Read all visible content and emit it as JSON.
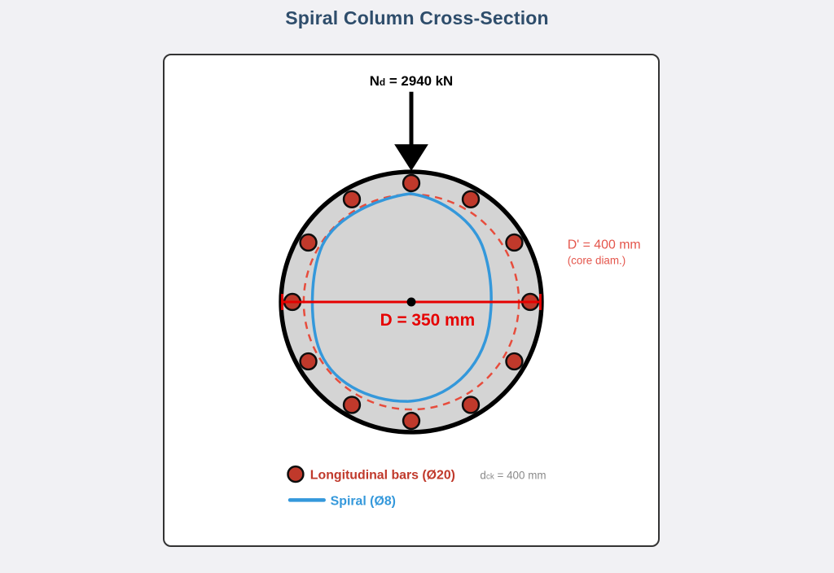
{
  "title": "Spiral Column Cross-Section",
  "load": {
    "symbol": "N",
    "subscript": "d",
    "rest": " = 2940 kN"
  },
  "dimensions": {
    "diameter_label": "D = 350 mm",
    "core_diameter_label": "D' = 400 mm",
    "core_diameter_note": "(core diam.)"
  },
  "legend": {
    "bars_label": "Longitudinal bars (Ø20)",
    "spiral_label": "Spiral (Ø8)",
    "dck": {
      "symbol": "d",
      "subscript": "ck",
      "rest": " = 400 mm"
    }
  },
  "diagram_facts": {
    "longitudinal_bar_count": 12,
    "design_axial_load_kN": 2940,
    "column_diameter_mm": 350,
    "core_diameter_mm": 400,
    "longitudinal_bar_diameter_mm": 20,
    "spiral_bar_diameter_mm": 8
  },
  "colors": {
    "page_background": "#f1f1f4",
    "card_background": "#ffffff",
    "card_border": "#333333",
    "title_text": "#2e4d6b",
    "concrete_fill": "#d4d4d4",
    "column_outline": "#000000",
    "bar_fill": "#c0392b",
    "core_dashed_red": "#e74c3c",
    "spiral_blue": "#3498db",
    "dimension_red": "#e60000",
    "core_label_red": "#e4564c",
    "dck_gray": "#8a8a8a"
  }
}
